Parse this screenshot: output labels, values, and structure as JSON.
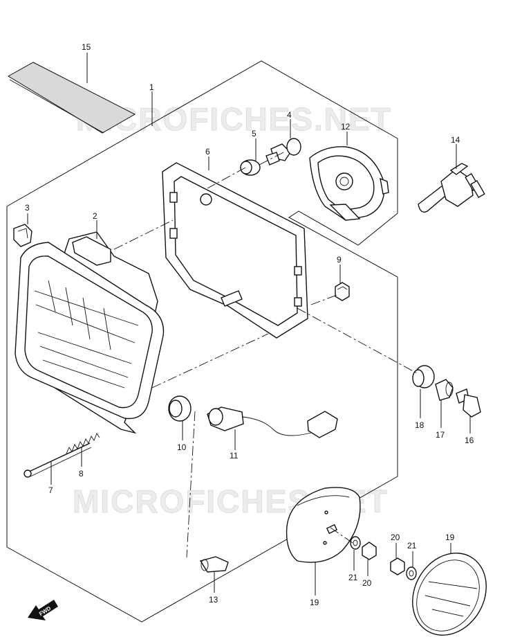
{
  "watermark": "MICROFICHES.NET",
  "fwd_label": "FWD",
  "callouts": {
    "c1": "1",
    "c2": "2",
    "c3": "3",
    "c4": "4",
    "c5": "5",
    "c6": "6",
    "c7": "7",
    "c8": "8",
    "c9": "9",
    "c10": "10",
    "c11": "11",
    "c12": "12",
    "c13": "13",
    "c14": "14",
    "c15": "15",
    "c16": "16",
    "c17": "17",
    "c18": "18",
    "c19a": "19",
    "c19b": "19",
    "c20a": "20",
    "c20b": "20",
    "c21a": "21",
    "c21b": "21"
  }
}
